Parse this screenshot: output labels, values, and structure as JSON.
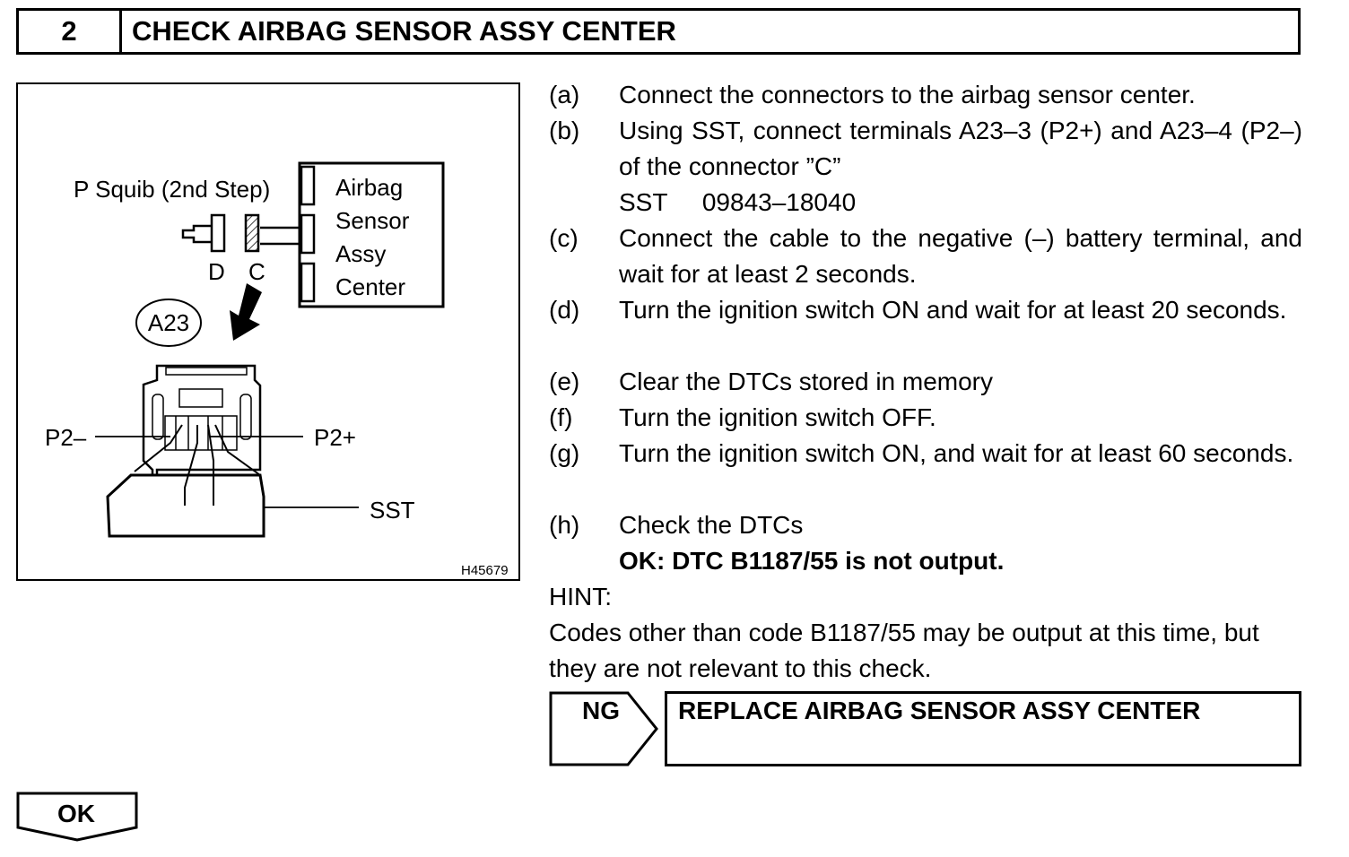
{
  "header": {
    "number": "2",
    "title": "CHECK AIRBAG SENSOR ASSY CENTER"
  },
  "figure": {
    "squib_label": "P Squib (2nd Step)",
    "ecu_lines": [
      "Airbag",
      "Sensor",
      "Assy",
      "Center"
    ],
    "terminal_d": "D",
    "terminal_c": "C",
    "connector_code": "A23",
    "p2_minus": "P2–",
    "p2_plus": "P2+",
    "sst": "SST",
    "figure_id": "H45679"
  },
  "steps": [
    {
      "label": "(a)",
      "text": "Connect the connectors to the airbag sensor center."
    },
    {
      "label": "(b)",
      "text": "Using SST, connect terminals A23–3 (P2+) and A23–4 (P2–) of the connector ”C”"
    },
    {
      "label": "",
      "text": "SST     09843–18040"
    },
    {
      "label": "(c)",
      "text": "Connect the cable to the negative (–) battery terminal, and wait for at least 2 seconds."
    },
    {
      "label": "(d)",
      "text": "Turn the ignition switch ON and wait for at least 20 seconds."
    },
    {
      "label": "(e)",
      "text": "Clear the DTCs stored in memory"
    },
    {
      "label": "(f)",
      "text": "Turn the ignition switch OFF."
    },
    {
      "label": "(g)",
      "text": "Turn the ignition switch ON, and wait for at least 60 seconds."
    },
    {
      "label": "(h)",
      "text": "Check the DTCs"
    }
  ],
  "ok_result": "OK: DTC B1187/55 is not output.",
  "hint_title": "HINT:",
  "hint_line1": "Codes other than code B1187/55 may be output at this time, but",
  "hint_line2": "they are not relevant to this check.",
  "ng": {
    "label": "NG",
    "action": "REPLACE AIRBAG SENSOR ASSY CENTER"
  },
  "ok": {
    "label": "OK"
  }
}
